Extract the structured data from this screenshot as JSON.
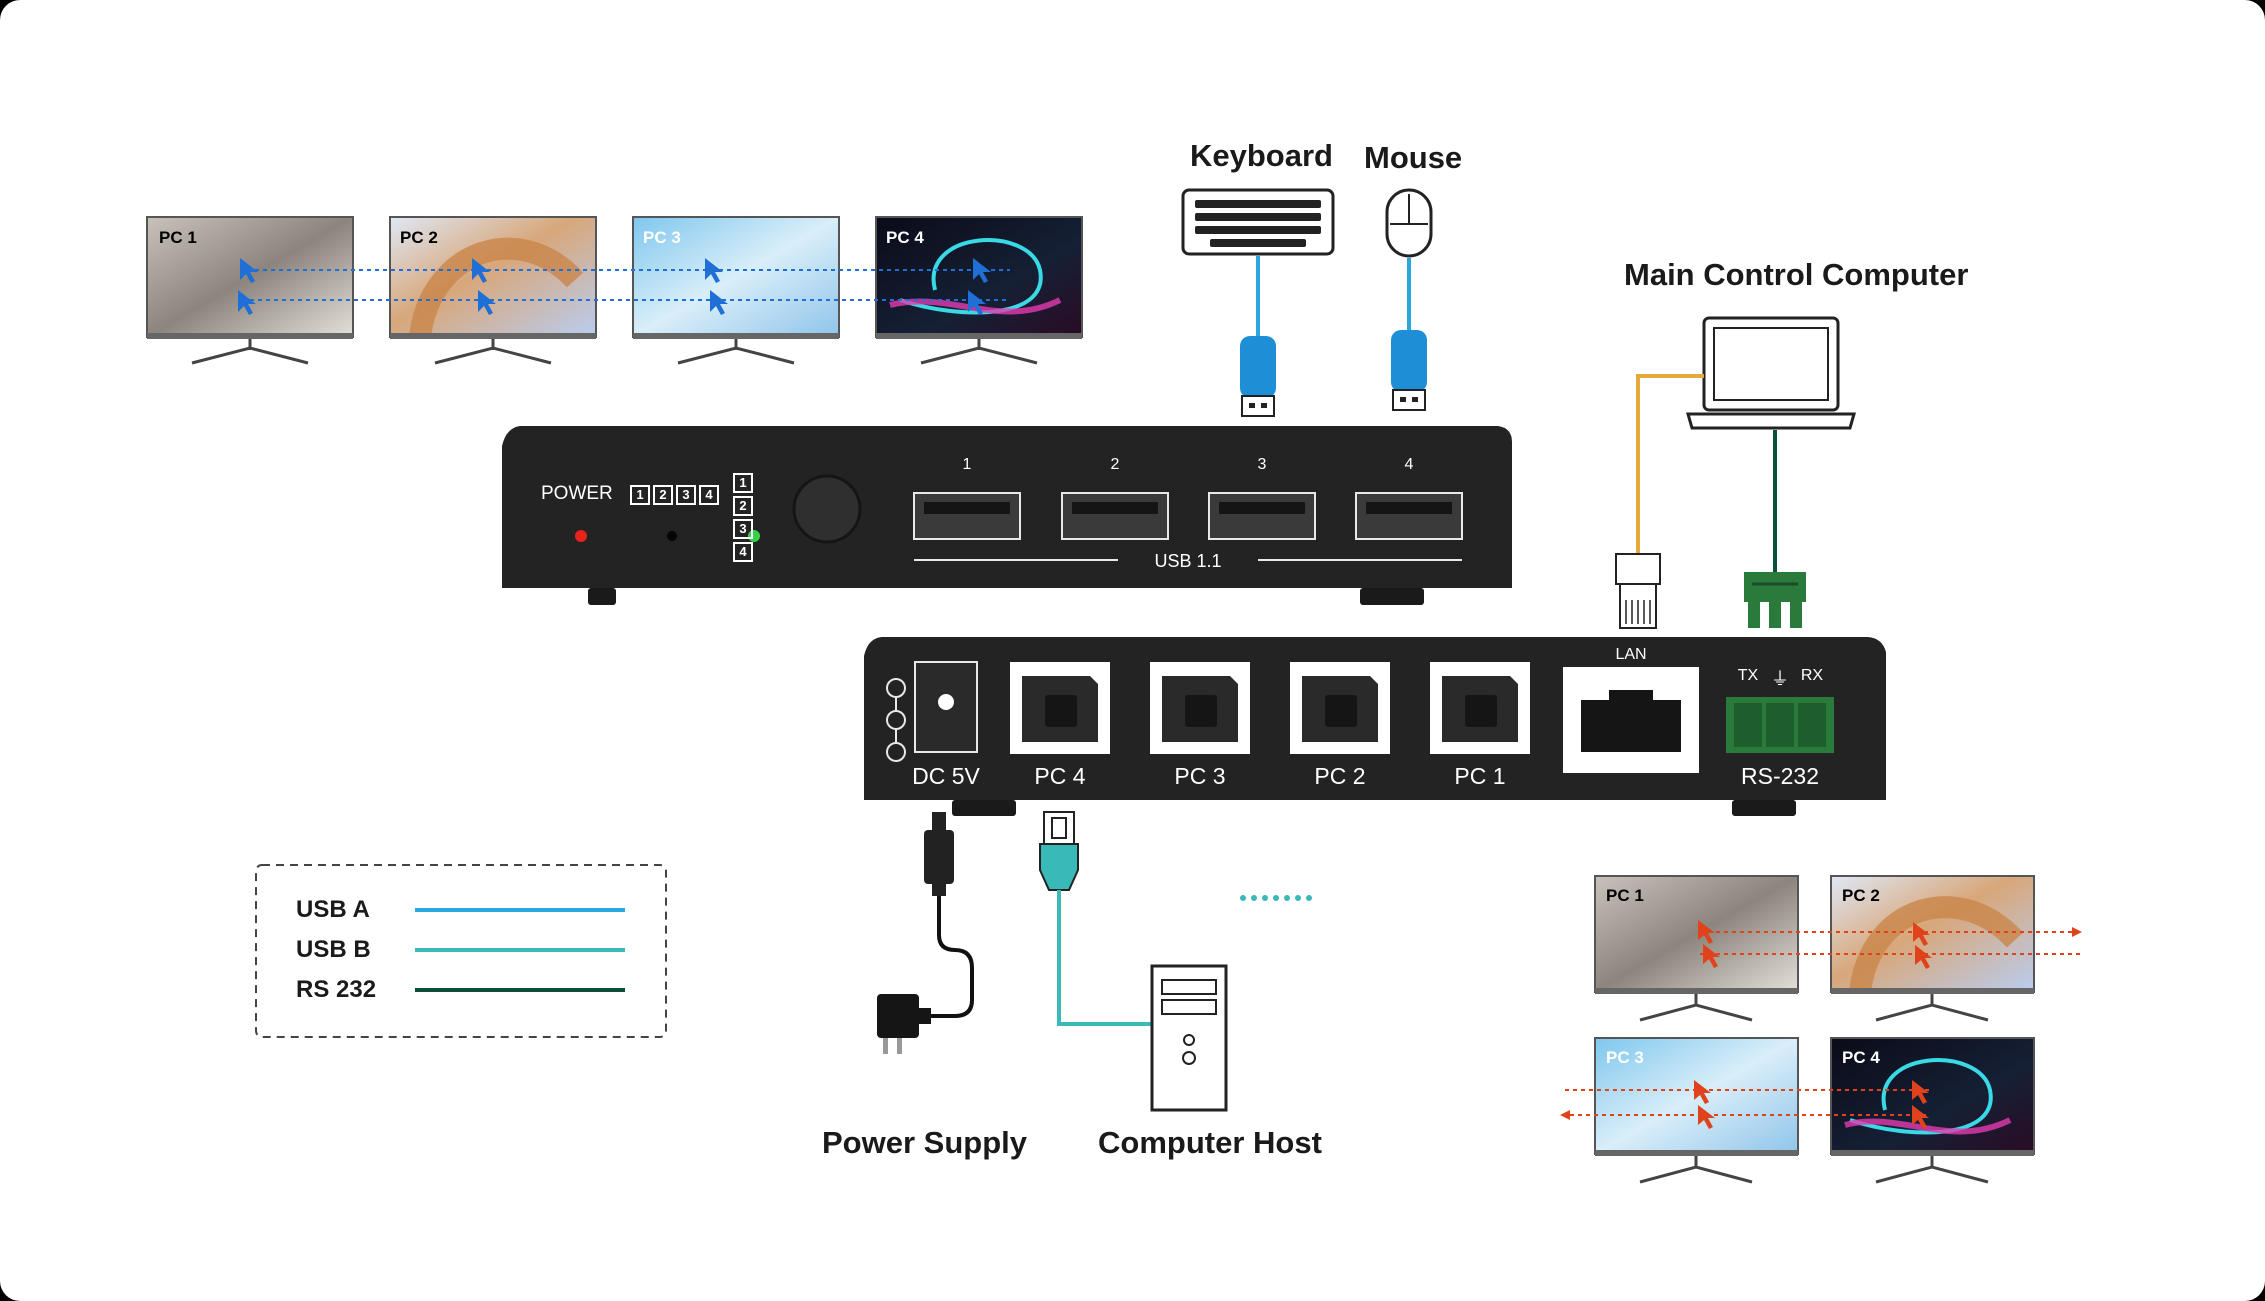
{
  "labels": {
    "keyboard": "Keyboard",
    "mouse": "Mouse",
    "main_control_computer": "Main Control Computer",
    "power_supply": "Power Supply",
    "computer_host": "Computer Host"
  },
  "front_panel": {
    "power": "POWER",
    "pc_indicators": [
      "1",
      "2",
      "3",
      "4"
    ],
    "button_grid": [
      "1",
      "2",
      "3",
      "4"
    ],
    "usb_port_numbers": [
      "1",
      "2",
      "3",
      "4"
    ],
    "usb_label": "USB 1.1"
  },
  "back_panel": {
    "dc": "DC 5V",
    "pc_ports": [
      "PC 4",
      "PC 3",
      "PC 2",
      "PC 1"
    ],
    "lan": "LAN",
    "rs232": "RS-232",
    "rs232_pins": [
      "TX",
      "⏚",
      "RX"
    ]
  },
  "top_monitors": [
    "PC 1",
    "PC 2",
    "PC 3",
    "PC 4"
  ],
  "bottom_monitors": [
    "PC 1",
    "PC 2",
    "PC 3",
    "PC 4"
  ],
  "legend": {
    "items": [
      {
        "label": "USB A",
        "color": "#29a8e0"
      },
      {
        "label": "USB B",
        "color": "#3ab9b9"
      },
      {
        "label": "RS 232",
        "color": "#0c4f3a"
      }
    ]
  },
  "colors": {
    "background": "#ffffff",
    "device_body": "#232323",
    "usb_a": "#29a8e0",
    "usb_b": "#3ab9b9",
    "rs232": "#0c4f3a",
    "lan_cable": "#e6a83a",
    "rs232_connector": "#2a7a3c",
    "arrow_blue": "#1f6fd6",
    "arrow_red": "#e0421c",
    "led_red": "#e8231e",
    "led_green": "#36d14a"
  }
}
